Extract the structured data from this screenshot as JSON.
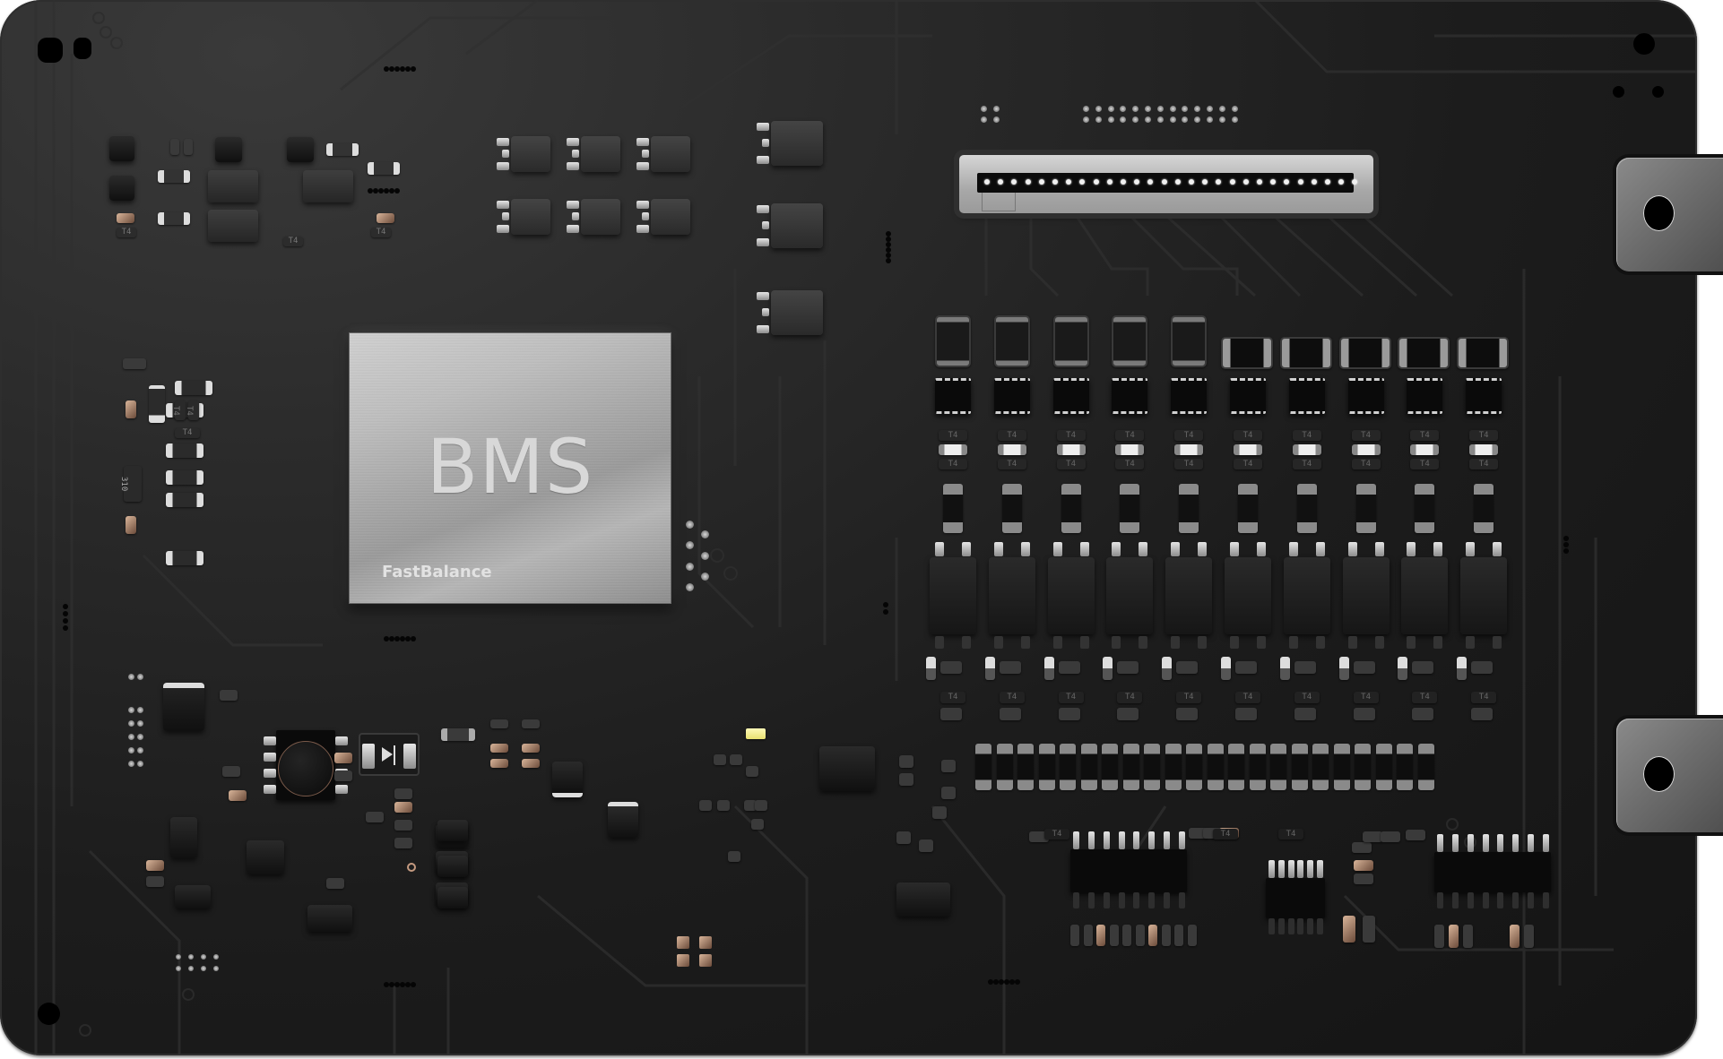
{
  "product": {
    "chip": {
      "title": "BMS",
      "subtitle": "FastBalance"
    },
    "component_markings": {
      "resistor_code": "T4",
      "diode_code": "310"
    },
    "balance_channels": 10,
    "connector_pins": 28,
    "output_tabs": 2,
    "colors": {
      "board": "#1c1c1c",
      "chip_metal": "#b5b5b5",
      "led": "#f2ec8a",
      "background": "#ffffff"
    }
  }
}
